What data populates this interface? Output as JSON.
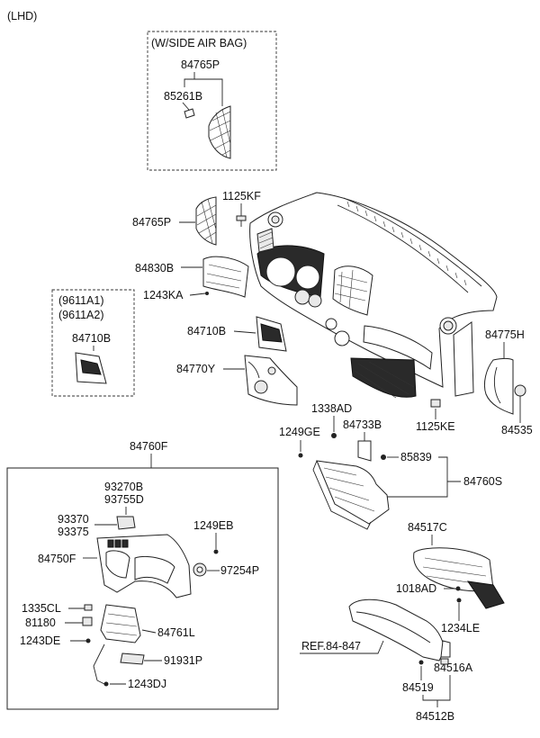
{
  "variant": "(LHD)",
  "side_airbag_box": {
    "title": "(W/SIDE AIR BAG)",
    "parts": [
      "84765P",
      "85261B"
    ]
  },
  "alt_box": {
    "titles": [
      "(9611A1)",
      "(9611A2)"
    ],
    "part": "84710B"
  },
  "labels": {
    "p84765P": "84765P",
    "p1125KF": "1125KF",
    "p84830B": "84830B",
    "p1243KA": "1243KA",
    "p84710B": "84710B",
    "p84770Y": "84770Y",
    "p84775H": "84775H",
    "p84535": "84535",
    "p1125KE": "1125KE",
    "p1338AD": "1338AD",
    "p84733B": "84733B",
    "p1249GE": "1249GE",
    "p85839": "85839",
    "p84760S": "84760S",
    "p84760F": "84760F",
    "p84517C": "84517C",
    "p1018AD": "1018AD",
    "p1234LE": "1234LE",
    "ref": "REF.84-847",
    "p84516A": "84516A",
    "p84519": "84519",
    "p84512B": "84512B"
  },
  "lower_box": {
    "p93270B": "93270B",
    "p93755D": "93755D",
    "p93370": "93370",
    "p93375": "93375",
    "p1249EB": "1249EB",
    "p84750F": "84750F",
    "p97254P": "97254P",
    "p1335CL": "1335CL",
    "p81180": "81180",
    "p84761L": "84761L",
    "p1243DE": "1243DE",
    "p91931P": "91931P",
    "p1243DJ": "1243DJ"
  }
}
